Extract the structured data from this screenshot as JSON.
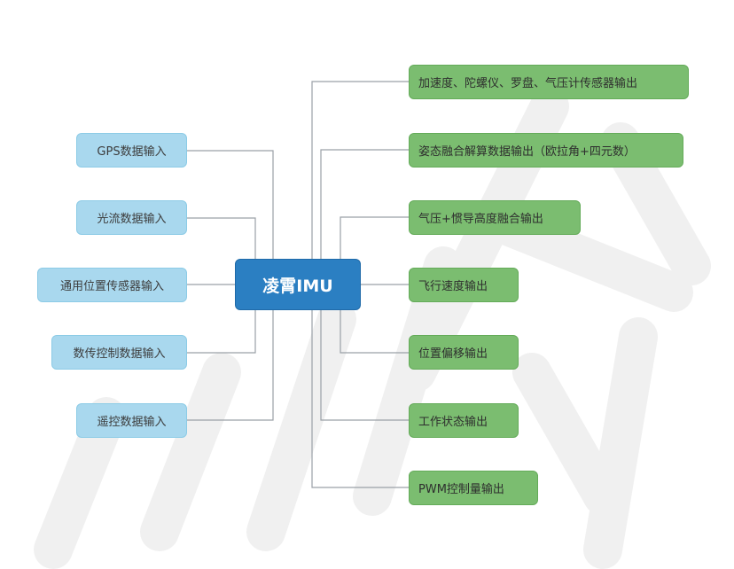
{
  "diagram": {
    "center": {
      "label": "凌霄IMU"
    },
    "inputs": [
      {
        "label": "GPS数据输入"
      },
      {
        "label": "光流数据输入"
      },
      {
        "label": "通用位置传感器输入"
      },
      {
        "label": "数传控制数据输入"
      },
      {
        "label": "遥控数据输入"
      }
    ],
    "outputs": [
      {
        "label": "加速度、陀螺仪、罗盘、气压计传感器输出"
      },
      {
        "label": "姿态融合解算数据输出（欧拉角+四元数）"
      },
      {
        "label": "气压+惯导高度融合输出"
      },
      {
        "label": "飞行速度输出"
      },
      {
        "label": "位置偏移输出"
      },
      {
        "label": "工作状态输出"
      },
      {
        "label": "PWM控制量输出"
      }
    ]
  },
  "colors": {
    "input_fill": "#a9d8ee",
    "output_fill": "#7bbd70",
    "center_fill": "#2b7fc2",
    "connector": "#9aa0a6",
    "watermark": "#efefef"
  }
}
